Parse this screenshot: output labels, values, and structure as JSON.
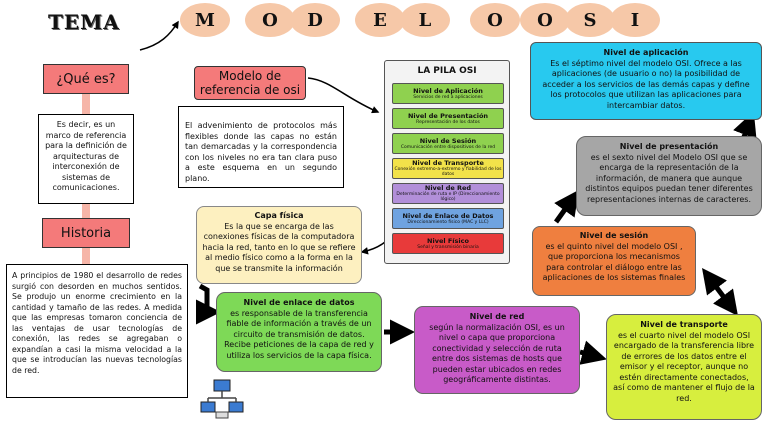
{
  "tema": "TEMA",
  "title_letters": [
    "M",
    "O",
    "D",
    "E",
    "L",
    "O",
    "O",
    "S",
    "I"
  ],
  "que_es": {
    "label": "¿Qué es?",
    "text": "Es decir, es un marco de referencia para la definición de arquitecturas de interconexión de sistemas de comunicaciones."
  },
  "historia": {
    "label": "Historia",
    "text": "A principios de 1980 el desarrollo de redes surgió con desorden en muchos sentidos. Se produjo un enorme crecimiento en la cantidad y tamaño de las redes. A medida que las empresas tomaron conciencia de las ventajas de usar tecnologías de conexión, las redes se agregaban o expandían a casi la misma velocidad a la que se introducían las nuevas tecnologías de red."
  },
  "modelo": {
    "label": "Modelo de referencia de osi",
    "text": "El advenimiento de protocolos más flexibles donde las capas no están tan demarcadas y la correspondencia con los niveles no era tan clara puso a este esquema en un segundo plano."
  },
  "pila": {
    "title": "LA PILA OSI",
    "layers": [
      {
        "name": "Nivel de Aplicación",
        "sub": "Servicios de red a aplicaciones",
        "color": "#8fd14f"
      },
      {
        "name": "Nivel de Presentación",
        "sub": "Representación de los datos",
        "color": "#8fd14f"
      },
      {
        "name": "Nivel de Sesión",
        "sub": "Comunicación entre dispositivos de la red",
        "color": "#8fd14f"
      },
      {
        "name": "Nivel de Transporte",
        "sub": "Conexión extremo-a-extremo y fiabilidad de los datos",
        "color": "#f2e24a"
      },
      {
        "name": "Nivel de Red",
        "sub": "Determinación de ruta e IP (Direccionamiento lógico)",
        "color": "#b28fd9"
      },
      {
        "name": "Nivel de Enlace de Datos",
        "sub": "Direccionamiento físico (MAC y LLC)",
        "color": "#6fa3e0"
      },
      {
        "name": "Nivel Físico",
        "sub": "Señal y transmisión binaria",
        "color": "#e83a3a"
      }
    ]
  },
  "capa_fisica": {
    "title": "Capa física",
    "text": "Es la que se encarga de las conexiones físicas de la computadora hacia la red, tanto en lo que se refiere al medio físico como a la forma en la que se transmite la información"
  },
  "enlace": {
    "title": "Nivel de enlace de datos",
    "text": "es responsable de la transferencia fiable de información a través de un circuito de transmisión de datos. Recibe peticiones de la capa de red y utiliza los servicios de la capa física."
  },
  "red": {
    "title": "Nivel de red",
    "text": "según la normalización OSI, es un nivel o capa que proporciona conectividad y selección de ruta entre dos sistemas de hosts que pueden estar ubicados en redes geográficamente distintas."
  },
  "transporte": {
    "title": "Nivel de transporte",
    "text": "es el cuarto nivel del modelo OSI encargado de la transferencia libre de errores de los datos entre el emisor y el receptor, aunque no estén directamente conectados, así como de mantener el flujo de la red."
  },
  "sesion": {
    "title": "Nivel de sesión",
    "text": "es el quinto nivel del modelo OSI , que proporciona los mecanismos para controlar el diálogo entre las aplicaciones de los sistemas finales"
  },
  "presentacion": {
    "title": "Nivel de presentación",
    "text": "es el sexto nivel del Modelo OSI que se encarga de la representación de la información, de manera que aunque distintos equipos puedan tener diferentes representaciones internas de caracteres."
  },
  "aplicacion": {
    "title": "Nivel de aplicación",
    "text": "Es el séptimo nivel del modelo OSI. Ofrece a las aplicaciones (de usuario o no) la posibilidad de acceder a los servicios de las demás capas y define los protocolos que utilizan las aplicaciones para intercambiar datos."
  }
}
